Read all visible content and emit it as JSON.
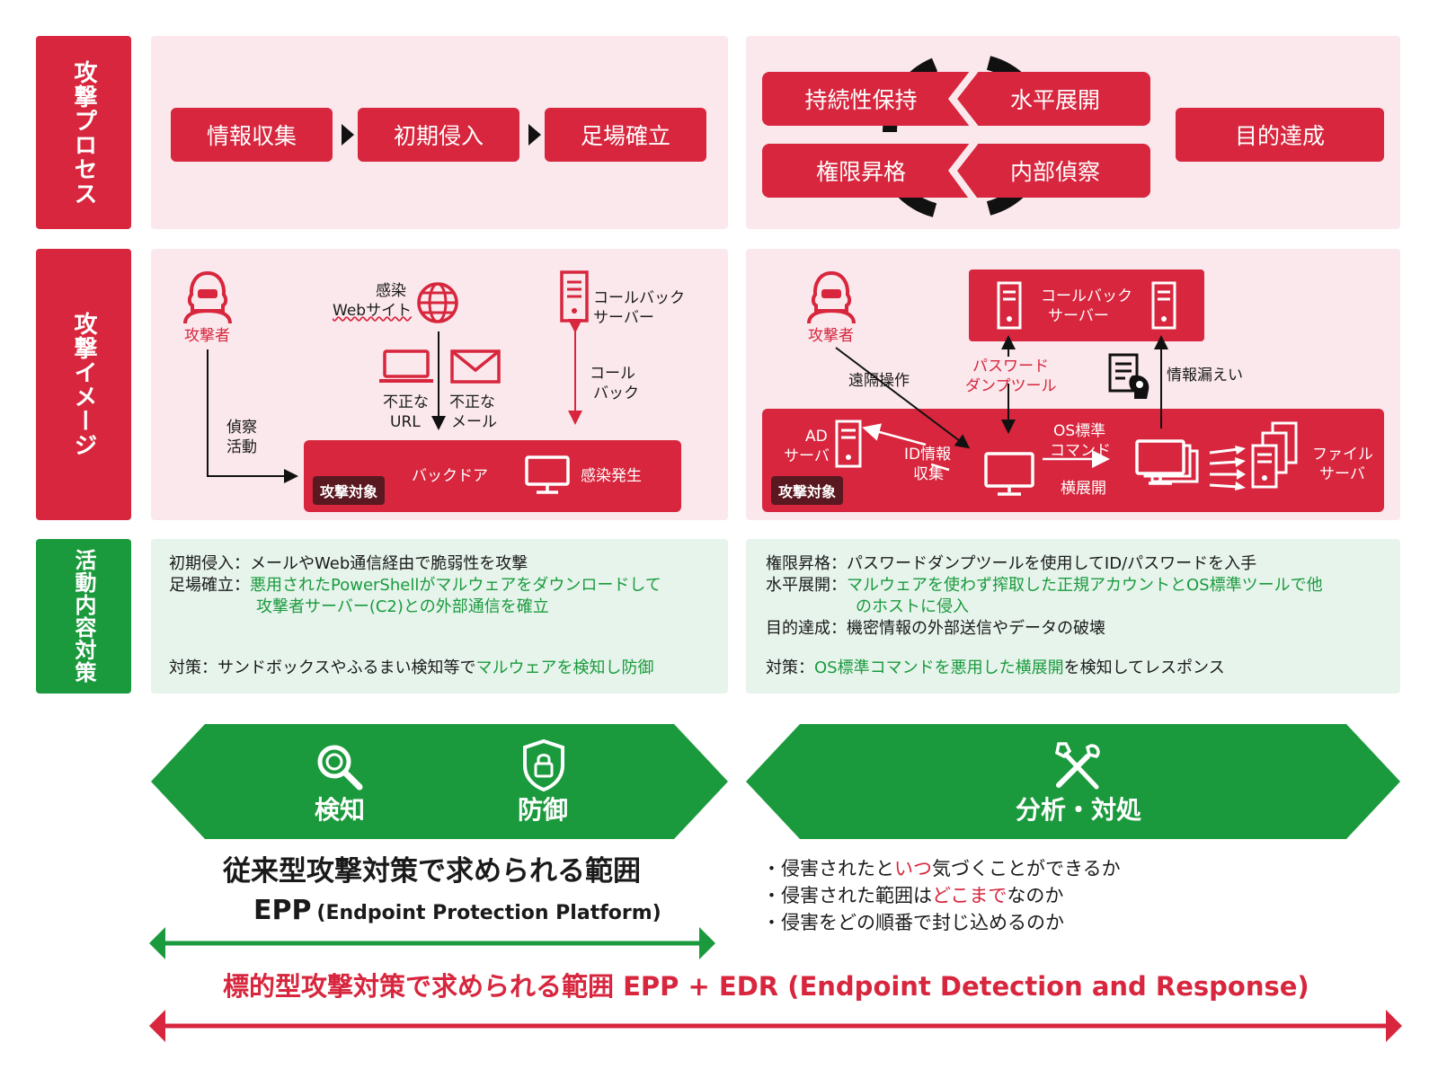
{
  "labels": {
    "process": "攻撃プロセス",
    "image": "攻撃イメージ",
    "activity": "活動内容対策"
  },
  "process_left": [
    "情報収集",
    "初期侵入",
    "足場確立"
  ],
  "process_right": {
    "persist": "持続性保持",
    "lateral": "水平展開",
    "privilege": "権限昇格",
    "recon": "内部偵察",
    "goal": "目的達成"
  },
  "image_left": {
    "attacker": "攻撃者",
    "infected_top": "感染",
    "infected_bottom": "Webサイト",
    "callback_server": [
      "コールバック",
      "サーバー"
    ],
    "callback": [
      "コール",
      "バック"
    ],
    "bad_url": [
      "不正な",
      "URL"
    ],
    "bad_mail": [
      "不正な",
      "メール"
    ],
    "recon_activity": [
      "偵察",
      "活動"
    ],
    "target": "攻撃対象",
    "backdoor": "バックドア",
    "infection": "感染発生"
  },
  "image_right": {
    "attacker": "攻撃者",
    "callback_server": [
      "コールバック",
      "サーバー"
    ],
    "remote_op": "遠隔操作",
    "pw_tool": [
      "パスワード",
      "ダンプツール"
    ],
    "leak": "情報漏えい",
    "ad_server": [
      "AD",
      "サーバ"
    ],
    "id_collect": [
      "ID情報",
      "収集"
    ],
    "os_cmd": [
      "OS標準",
      "コマンド"
    ],
    "lateral": "横展開",
    "file_server": [
      "ファイル",
      "サーバ"
    ],
    "target": "攻撃対象"
  },
  "activity_left": {
    "l1_head": "初期侵入：",
    "l1_body": "メールやWeb通信経由で脆弱性を攻撃",
    "l2_head": "足場確立：",
    "l2_body": "悪用されたPowerShellがマルウェアをダウンロードして",
    "l3_body": "攻撃者サーバー(C2)との外部通信を確立",
    "m_head": "対策：サンドボックスやふるまい検知等で",
    "m_body": "マルウェアを検知し防御"
  },
  "activity_right": {
    "l1_head": "権限昇格：",
    "l1_body": "パスワードダンプツールを使用してID/パスワードを入手",
    "l2_head": "水平展開：",
    "l2_body": "マルウェアを使わず搾取した正規アカウントとOS標準ツールで他",
    "l3_body": "のホストに侵入",
    "l4_head": "目的達成：",
    "l4_body": "機密情報の外部送信やデータの破壊",
    "m_head": "対策：",
    "m_body": "OS標準コマンドを悪用した横展開",
    "m_tail": "を検知してレスポンス"
  },
  "banner_left": {
    "detect": "検知",
    "defend": "防御"
  },
  "banner_right": {
    "analyze": "分析・対処"
  },
  "epp": {
    "title": "従来型攻撃対策で求められる範囲",
    "name": "EPP",
    "full": "(Endpoint Protection Platform)"
  },
  "bullets": [
    {
      "a": "・侵害されたと",
      "b": "いつ",
      "c": "気づくことができるか"
    },
    {
      "a": "・侵害された範囲は",
      "b": "どこまで",
      "c": "なのか"
    },
    {
      "a": "・侵害をどの順番で封じ込めるのか",
      "b": "",
      "c": ""
    }
  ],
  "edr": "標的型攻撃対策で求められる範囲 EPP + EDR (Endpoint Detection and Response)",
  "colors": {
    "red": "#d7263d",
    "green": "#1a9a3c",
    "pink_bg": "#fae8ec",
    "mint_bg": "#e6f4ec",
    "dark_tag": "#5a1820"
  }
}
